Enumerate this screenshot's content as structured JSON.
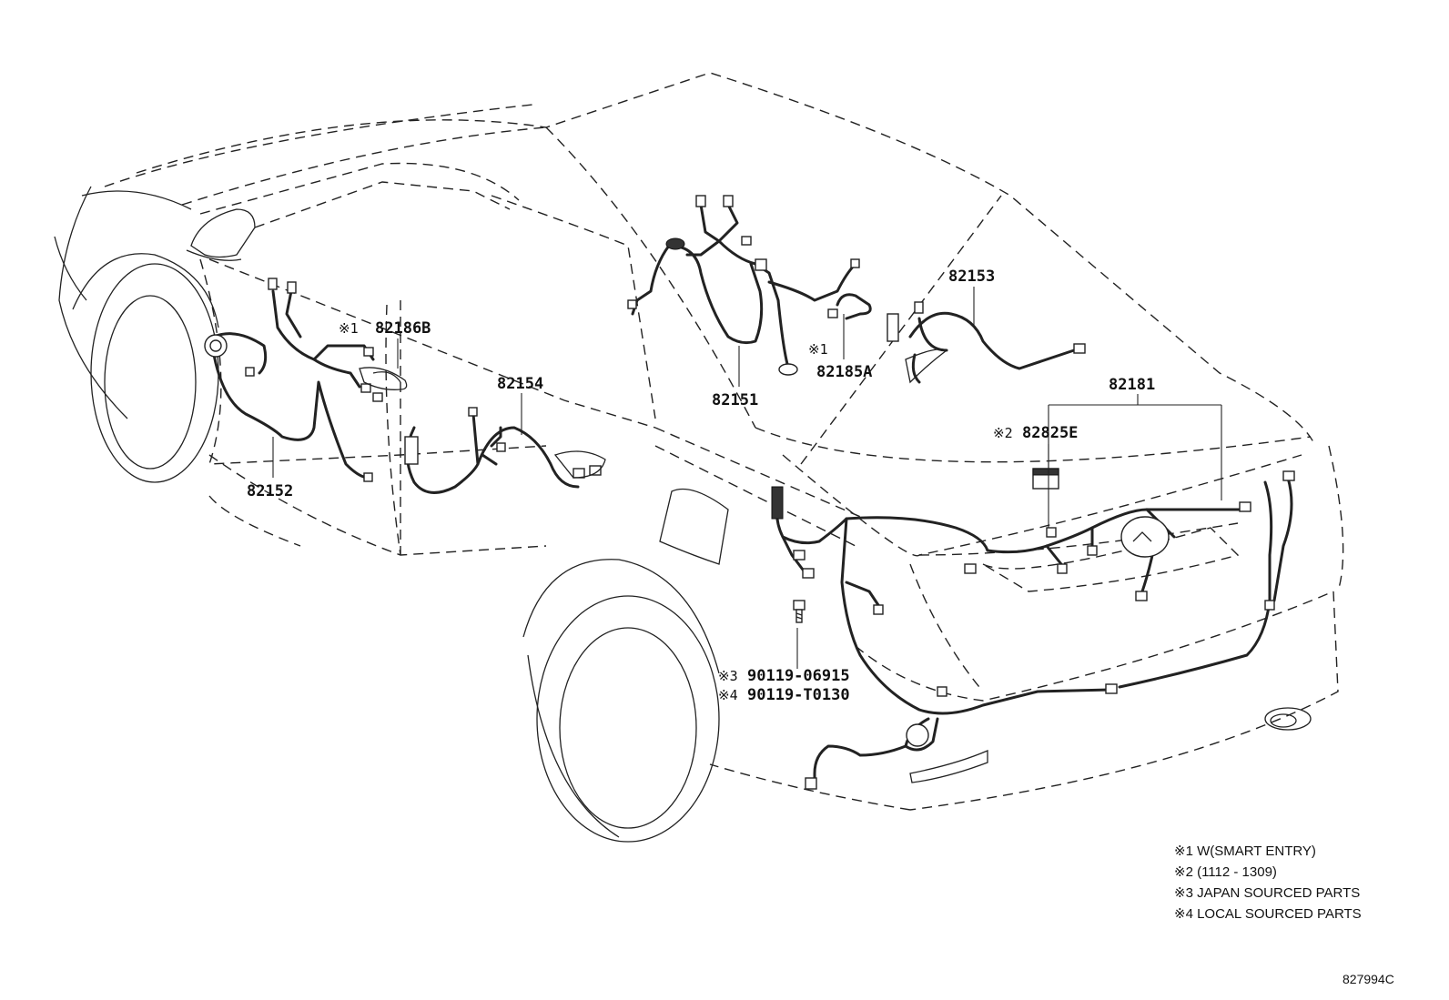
{
  "diagram": {
    "parts": [
      {
        "id": "82186B",
        "mark": "※1",
        "label": "82186B"
      },
      {
        "id": "82154",
        "label": "82154"
      },
      {
        "id": "82152",
        "label": "82152"
      },
      {
        "id": "82151",
        "label": "82151"
      },
      {
        "id": "82185A",
        "mark": "※1",
        "label": "82185A"
      },
      {
        "id": "82153",
        "label": "82153"
      },
      {
        "id": "82181",
        "label": "82181"
      },
      {
        "id": "82825E",
        "mark": "※2",
        "label": "82825E"
      },
      {
        "id": "90119-06915",
        "mark": "※3",
        "label": "90119-06915"
      },
      {
        "id": "90119-T0130",
        "mark": "※4",
        "label": "90119-T0130"
      }
    ],
    "legend": [
      "※1 W(SMART ENTRY)",
      "※2 (1112 - 1309)",
      "※3 JAPAN SOURCED PARTS",
      "※4 LOCAL SOURCED PARTS"
    ],
    "ref_code": "827994C"
  }
}
